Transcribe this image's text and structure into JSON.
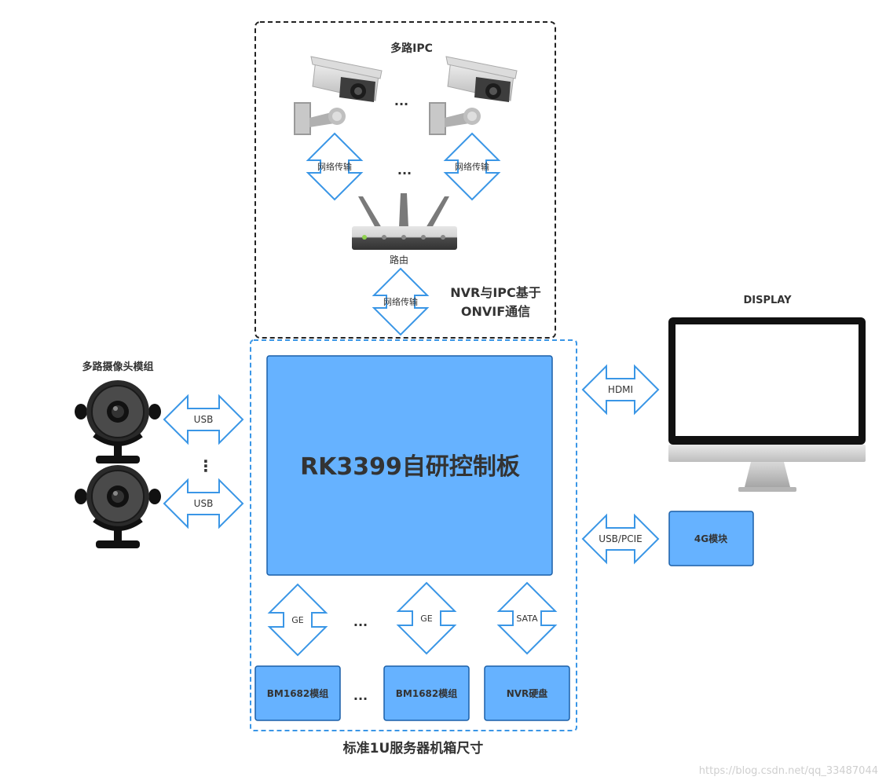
{
  "ipc_group": {
    "title": "多路IPC",
    "dots_cameras": "...",
    "dots_links": "...",
    "link_left": "网络传输",
    "link_right": "网络传输"
  },
  "router": {
    "label": "路由"
  },
  "uplink": {
    "label": "网络传输",
    "note_line1": "NVR与IPC基于",
    "note_line2": "ONVIF通信"
  },
  "usb_cams": {
    "title": "多路摄像头模组",
    "link1": "USB",
    "link2": "USB",
    "dots": "⋮"
  },
  "board": {
    "label": "RK3399自研控制板"
  },
  "display": {
    "title": "DISPLAY",
    "link": "HDMI"
  },
  "lte": {
    "label": "4G模块",
    "link": "USB/PCIE"
  },
  "bottom": {
    "link_ge1": "GE",
    "link_ge2": "GE",
    "link_sata": "SATA",
    "dots_links": "...",
    "dots_modules": "...",
    "module1": "BM1682模组",
    "module2": "BM1682模组",
    "disk": "NVR硬盘"
  },
  "chassis": {
    "label": "标准1U服务器机箱尺寸"
  },
  "watermark": {
    "text": "https://blog.csdn.net/qq_33487044"
  },
  "colors": {
    "blue_fill": "#66b2ff",
    "blue_stroke": "#1a5fa8",
    "arrow_stroke": "#3a96e6",
    "dashed_blue": "#3a96e6"
  }
}
